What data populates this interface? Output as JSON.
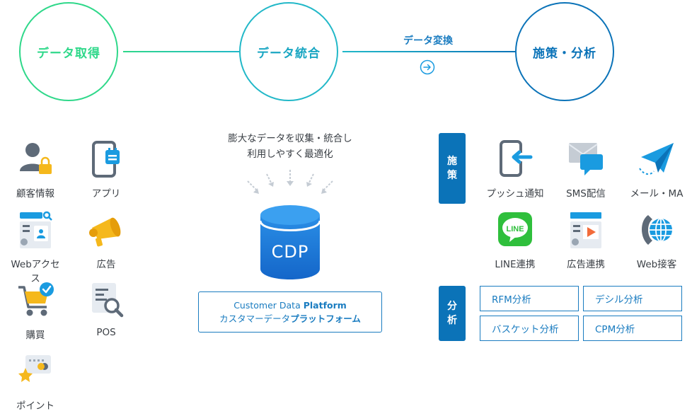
{
  "stages": {
    "acquire": "データ取得",
    "integrate": "データ統合",
    "action": "施策・分析"
  },
  "transform_label": "データ変換",
  "sources": [
    {
      "label": "顧客情報",
      "icon": "customer-icon"
    },
    {
      "label": "アプリ",
      "icon": "app-icon"
    },
    {
      "label": "Webアクセス",
      "icon": "web-access-icon"
    },
    {
      "label": "広告",
      "icon": "megaphone-icon"
    },
    {
      "label": "購買",
      "icon": "cart-icon"
    },
    {
      "label": "POS",
      "icon": "pos-icon"
    },
    {
      "label": "ポイント",
      "icon": "point-card-icon"
    }
  ],
  "cdp": {
    "caption_line1": "膨大なデータを収集・統合し",
    "caption_line2": "利用しやすく最適化",
    "db_label": "CDP",
    "name_en_plain": "Customer Data ",
    "name_en_bold": "Platform",
    "name_ja_plain": "カスタマーデータ",
    "name_ja_bold": "プラットフォーム"
  },
  "measures": {
    "side_label": "施\n策",
    "items": [
      {
        "label": "プッシュ通知",
        "icon": "push-notification-icon"
      },
      {
        "label": "SMS配信",
        "icon": "sms-icon"
      },
      {
        "label": "メール・MA",
        "icon": "paper-plane-icon"
      },
      {
        "label": "LINE連携",
        "icon": "line-icon"
      },
      {
        "label": "広告連携",
        "icon": "ad-video-icon"
      },
      {
        "label": "Web接客",
        "icon": "web-service-icon"
      }
    ]
  },
  "analysis": {
    "side_label": "分\n析",
    "items": [
      "RFM分析",
      "デシル分析",
      "バスケット分析",
      "CPM分析"
    ]
  },
  "colors": {
    "green": "#2fd88a",
    "teal": "#22b8c8",
    "blue": "#0b73b8",
    "accent": "#1a9be0",
    "yellow": "#f5b81c",
    "gray": "#5e6a78"
  }
}
